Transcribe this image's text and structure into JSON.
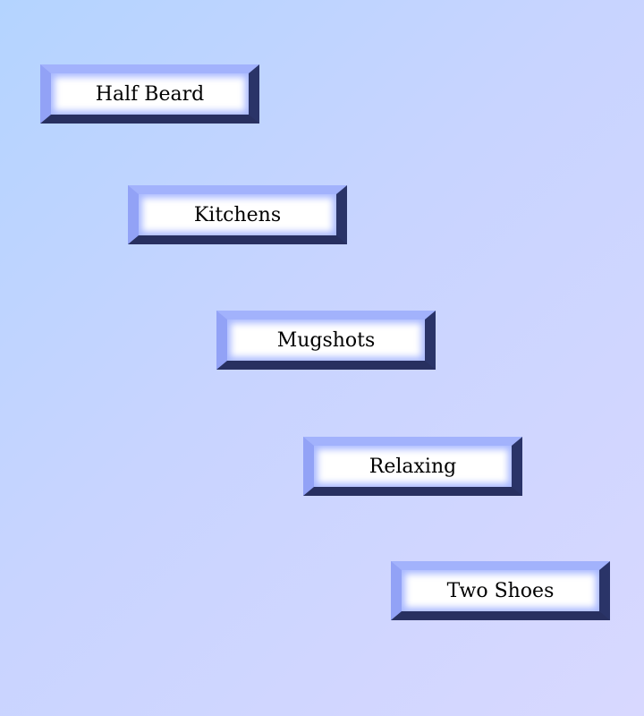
{
  "buttons": [
    {
      "label": "Half Beard"
    },
    {
      "label": "Kitchens"
    },
    {
      "label": "Mugshots"
    },
    {
      "label": "Relaxing"
    },
    {
      "label": "Two Shoes"
    }
  ]
}
